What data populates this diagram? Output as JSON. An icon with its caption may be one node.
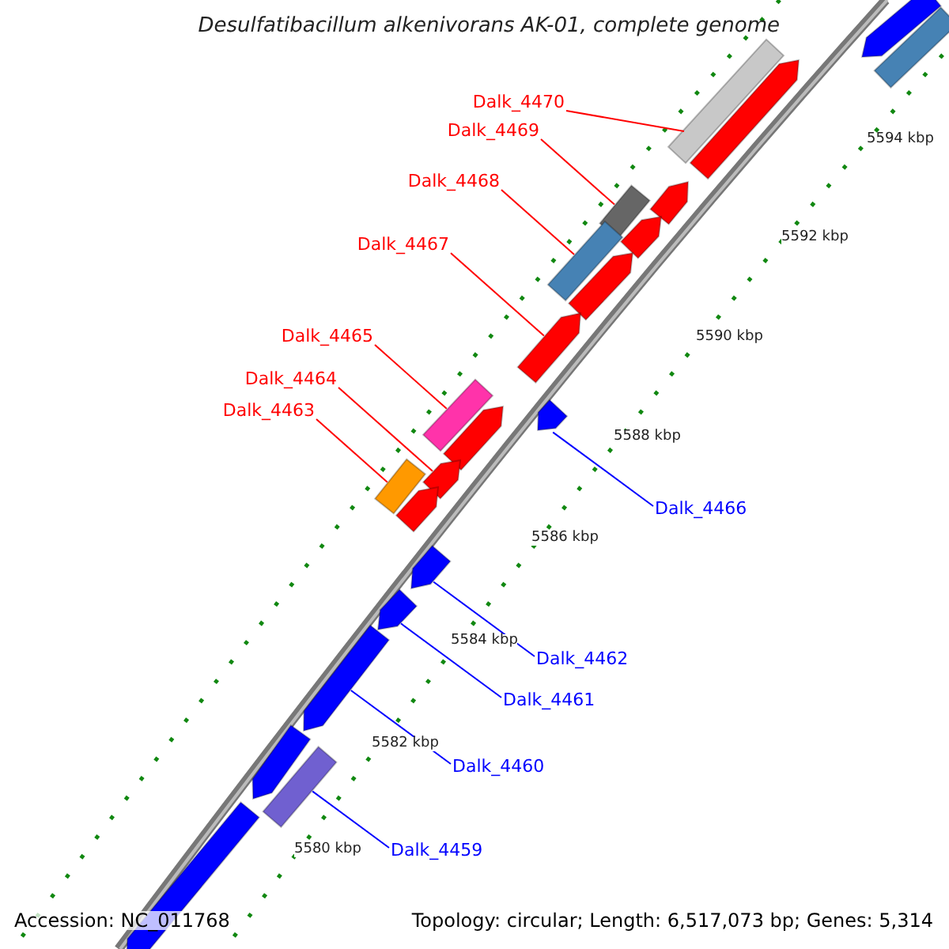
{
  "diagram": {
    "title": "Desulfatibacillum alkenivorans AK-01, complete genome",
    "nodes": [
      {
        "text": [
          "Dalk_4470"
        ]
      },
      {
        "text": [
          "Dalk_4469"
        ]
      },
      {
        "text": [
          "Dalk_4468"
        ]
      },
      {
        "text": [
          "Dalk_4467"
        ]
      },
      {
        "text": [
          "Dalk_4465"
        ]
      },
      {
        "text": [
          "Dalk_4464"
        ]
      },
      {
        "text": [
          "Dalk_4463"
        ]
      },
      {
        "text": [
          "Dalk_4466"
        ]
      },
      {
        "text": [
          "Dalk_4462"
        ]
      },
      {
        "text": [
          "Dalk_4461"
        ]
      },
      {
        "text": [
          "Dalk_4460"
        ]
      },
      {
        "text": [
          "Dalk_4459"
        ]
      },
      {
        "text": [],
        "shape": "arrow"
      },
      {
        "text": [],
        "shape": "bar"
      },
      {
        "text": [],
        "shape": "bar"
      },
      {
        "text": [],
        "shape": "arrow"
      },
      {
        "text": [],
        "shape": "bar"
      },
      {
        "text": [],
        "shape": "arrow"
      },
      {
        "text": [],
        "shape": "bar"
      },
      {
        "text": [],
        "shape": "arrow"
      },
      {
        "text": [],
        "shape": "arrow"
      },
      {
        "text": [],
        "shape": "arrow"
      },
      {
        "text": [],
        "shape": "bar"
      },
      {
        "text": [],
        "shape": "arrow"
      },
      {
        "text": [],
        "shape": "arrow"
      },
      {
        "text": [],
        "shape": "bar"
      },
      {
        "text": [],
        "shape": "arrow"
      },
      {
        "text": [],
        "shape": "arrow"
      },
      {
        "text": [],
        "shape": "arrow"
      },
      {
        "text": [],
        "shape": "arrow"
      },
      {
        "text": [],
        "shape": "arrow"
      },
      {
        "text": [],
        "shape": "arrow"
      },
      {
        "text": [],
        "shape": "bar"
      },
      {
        "text": [],
        "shape": "arrow"
      }
    ],
    "edges": [
      {
        "from": 0,
        "to": 14,
        "arrow": "none"
      },
      {
        "from": 1,
        "to": 16,
        "arrow": "none"
      },
      {
        "from": 2,
        "to": 18,
        "arrow": "none"
      },
      {
        "from": 3,
        "to": 21,
        "arrow": "none"
      },
      {
        "from": 4,
        "to": 22,
        "arrow": "none"
      },
      {
        "from": 5,
        "to": 26,
        "arrow": "none"
      },
      {
        "from": 6,
        "to": 25,
        "arrow": "none"
      },
      {
        "from": 7,
        "to": 24,
        "arrow": "none",
        "color": "#0000ff"
      },
      {
        "from": 8,
        "to": 28,
        "arrow": "none",
        "color": "#0000ff"
      },
      {
        "from": 9,
        "to": 29,
        "arrow": "none",
        "color": "#0000ff"
      },
      {
        "from": 10,
        "to": 30,
        "arrow": "none",
        "color": "#0000ff"
      },
      {
        "from": 11,
        "to": 32,
        "arrow": "none",
        "color": "#0000ff"
      }
    ],
    "labels": [
      "5594 kbp",
      "5592 kbp",
      "5590 kbp",
      "5588 kbp",
      "5586 kbp",
      "5584 kbp",
      "5582 kbp",
      "5580 kbp",
      "Accession: NC_011768",
      "Topology: circular; Length: 6,517,073 bp; Genes: 5,314"
    ]
  }
}
